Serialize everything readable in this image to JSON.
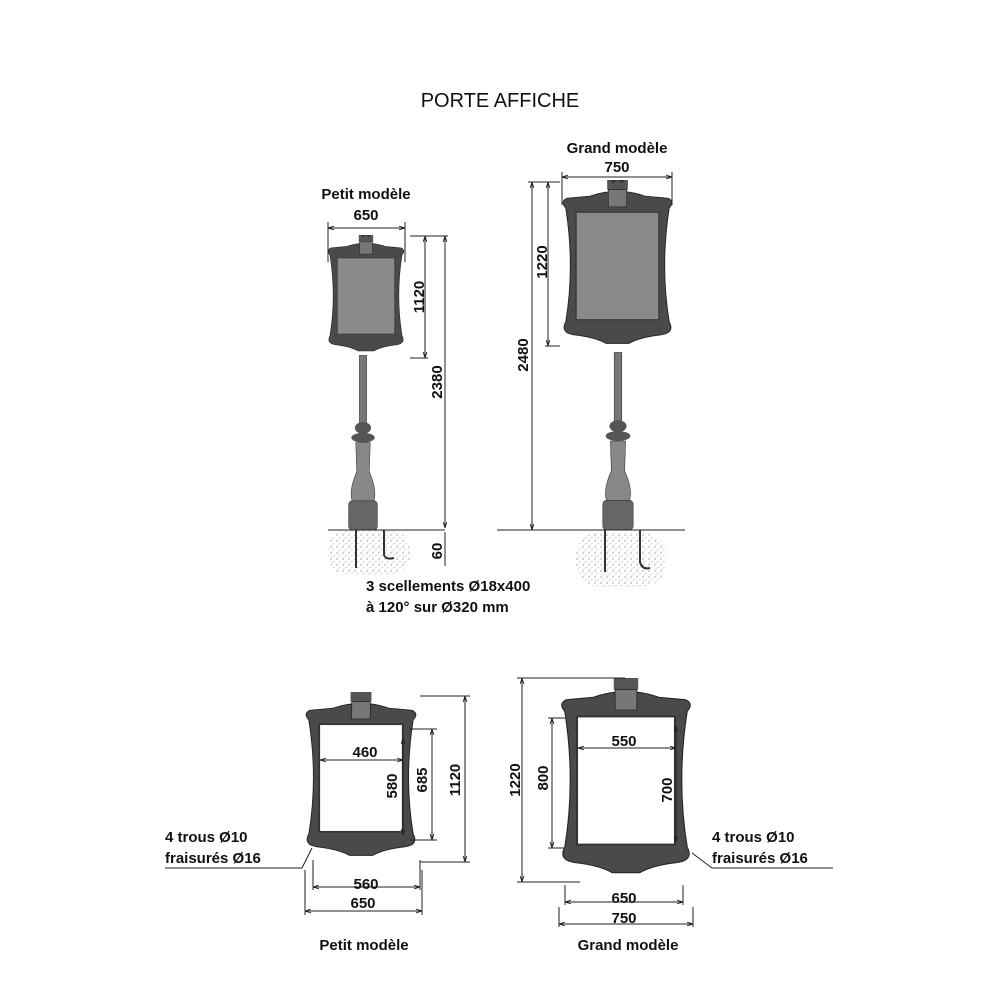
{
  "title": "PORTE AFFICHE",
  "elevation": {
    "small": {
      "label": "Petit modèle",
      "width": "650",
      "panel_height": "1120",
      "total_height": "2380",
      "embed_depth": "60"
    },
    "large": {
      "label": "Grand modèle",
      "width": "750",
      "panel_height": "1220",
      "total_height": "2480"
    },
    "anchoring_note": [
      "3 scellements Ø18x400",
      "à 120° sur Ø320 mm"
    ]
  },
  "frames": {
    "small": {
      "label": "Petit modèle",
      "inner_width": "460",
      "inner_height": "580",
      "hole_spacing_v": "685",
      "total_height": "1120",
      "hole_spacing_h": "560",
      "total_width": "650",
      "holes_note": [
        "4 trous Ø10",
        "fraisurés Ø16"
      ]
    },
    "large": {
      "label": "Grand modèle",
      "inner_width": "550",
      "inner_height": "700",
      "hole_spacing_v": "800",
      "total_height": "1220",
      "hole_spacing_h": "650",
      "total_width": "750",
      "holes_note": [
        "4 trous Ø10",
        "fraisurés Ø16"
      ]
    }
  },
  "colors": {
    "metal": "#4a4a4a",
    "panel": "#8a8a8a"
  }
}
